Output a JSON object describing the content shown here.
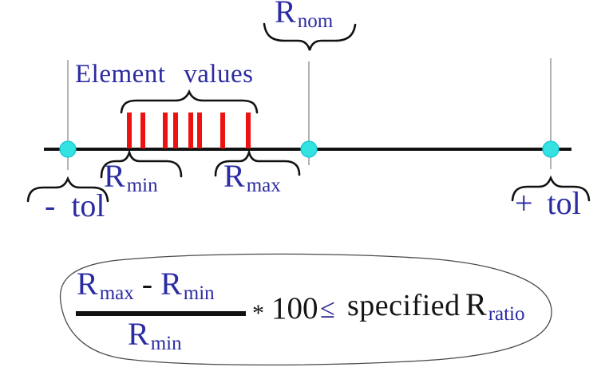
{
  "title": "Element values tolerance diagram",
  "colors": {
    "accent_blue": "#2B2BA3",
    "tick_red": "#EE1111",
    "dot_cyan": "#35E2E2",
    "dot_edge": "#10C5D5",
    "line_black": "#111111",
    "guide_gray": "#9A9A9A",
    "relation_navy": "#23238F"
  },
  "axis": {
    "labels": {
      "nominal": {
        "base": "R",
        "sub": "nom"
      },
      "min": {
        "base": "R",
        "sub": "min"
      },
      "max": {
        "base": "R",
        "sub": "max"
      },
      "minus_tol": "- tol",
      "plus_tol": "+ tol",
      "element_values": "Element values"
    },
    "ticks_x": [
      162,
      179,
      207,
      220,
      239,
      250,
      279,
      311
    ],
    "tick_count": 8,
    "dots_x": [
      85,
      387,
      690
    ]
  },
  "formula": {
    "numerator": {
      "base1": "R",
      "sub1": "max",
      "minus": "-",
      "base2": "R",
      "sub2": "min"
    },
    "denominator": {
      "base": "R",
      "sub": "min"
    },
    "operator": "*",
    "factor": "100",
    "relation": "≤",
    "qualifier": "specified",
    "result": {
      "base": "R",
      "sub": "ratio"
    }
  }
}
